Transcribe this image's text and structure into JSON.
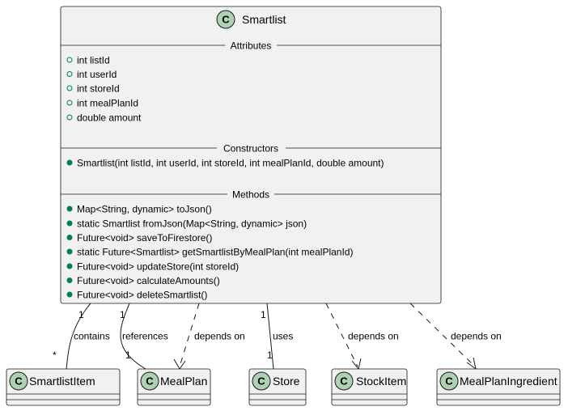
{
  "main_class": {
    "stereotype_letter": "C",
    "name": "Smartlist",
    "sections": {
      "attributes": {
        "title": "Attributes",
        "items": [
          "int listId",
          "int userId",
          "int storeId",
          "int mealPlanId",
          "double amount"
        ]
      },
      "constructors": {
        "title": "Constructors",
        "items": [
          "Smartlist(int listId, int userId, int storeId, int mealPlanId, double amount)"
        ]
      },
      "methods": {
        "title": "Methods",
        "items": [
          "Map<String, dynamic> toJson()",
          "static Smartlist fromJson(Map<String, dynamic> json)",
          "Future<void> saveToFirestore()",
          "static Future<Smartlist> getSmartlistByMealPlan(int mealPlanId)",
          "Future<void> updateStore(int storeId)",
          "Future<void> calculateAmounts()",
          "Future<void> deleteSmartlist()"
        ]
      }
    }
  },
  "related_classes": [
    {
      "id": "smartlistitem",
      "letter": "C",
      "name": "SmartlistItem"
    },
    {
      "id": "mealplan",
      "letter": "C",
      "name": "MealPlan"
    },
    {
      "id": "store",
      "letter": "C",
      "name": "Store"
    },
    {
      "id": "stockitem",
      "letter": "C",
      "name": "StockItem"
    },
    {
      "id": "mealplaningredient",
      "letter": "C",
      "name": "MealPlanIngredient"
    }
  ],
  "relations": [
    {
      "id": "contains",
      "label": "contains",
      "source_mult": "1",
      "target_mult": "*",
      "style": "solid"
    },
    {
      "id": "references",
      "label": "references",
      "source_mult": "1",
      "target_mult": "1",
      "style": "solid"
    },
    {
      "id": "depends-mealplan",
      "label": "depends on",
      "style": "dashed-arrow"
    },
    {
      "id": "uses",
      "label": "uses",
      "source_mult": "1",
      "target_mult": "1",
      "style": "solid"
    },
    {
      "id": "depends-stockitem",
      "label": "depends on",
      "style": "dashed-arrow"
    },
    {
      "id": "depends-mealplaningredient",
      "label": "depends on",
      "style": "dashed-arrow"
    }
  ],
  "colors": {
    "class_fill": "#F1F1F1",
    "class_border": "#181818",
    "stereotype_circle": "#ADD1B2",
    "edge": "#181818",
    "visibility_public": "#038048"
  }
}
